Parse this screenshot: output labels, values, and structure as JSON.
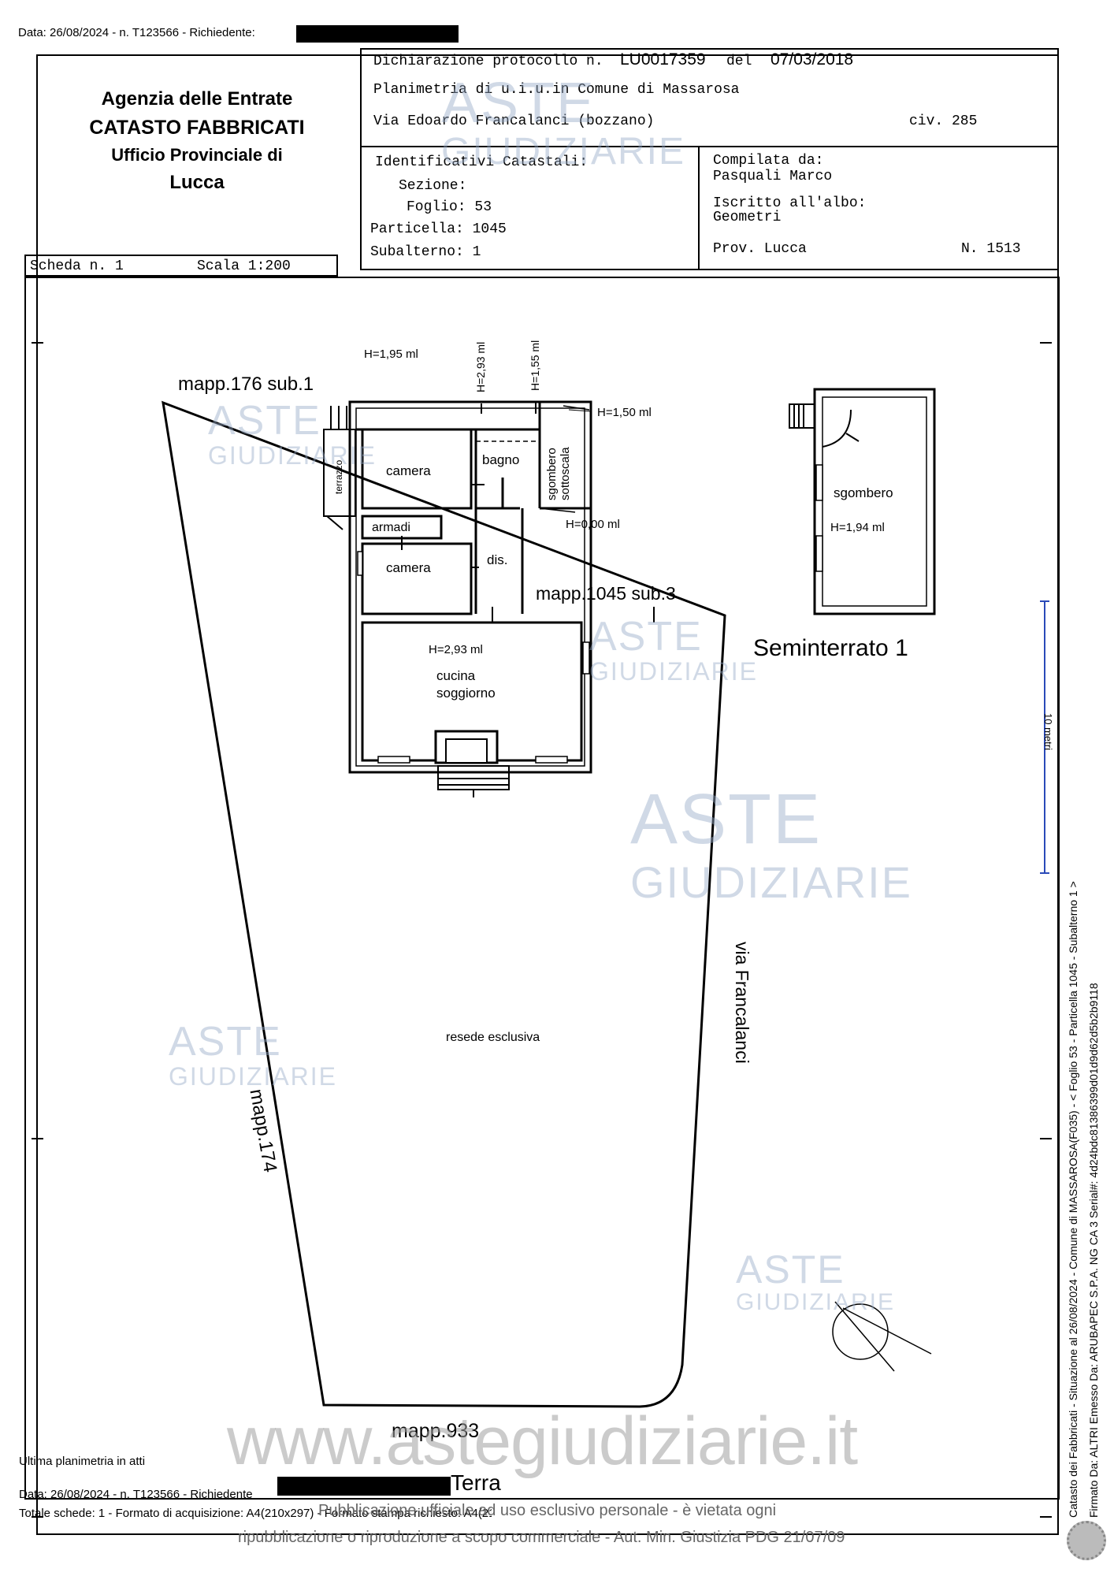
{
  "top_meta": {
    "prefix": "Data: 26/08/2024 - n. T123566 - Richiedente:"
  },
  "agency": {
    "line1": "Agenzia delle Entrate",
    "line2": "CATASTO FABBRICATI",
    "line3": "Ufficio Provinciale di",
    "line4": "Lucca"
  },
  "declaration": {
    "protocol_label": "Dichiarazione protocollo n.",
    "protocol_number": "LU0017359",
    "date_label": "del",
    "date": "07/03/2018",
    "planimetry": "Planimetria di u.i.u.in Comune di Massarosa",
    "address": "Via Edoardo Francalanci (bozzano)",
    "civic": "civ. 285"
  },
  "identifiers": {
    "title": "Identificativi Catastali:",
    "sezione": "Sezione:",
    "foglio": "Foglio: 53",
    "particella": "Particella: 1045",
    "subalterno": "Subalterno: 1"
  },
  "compiled": {
    "label": "Compilata da:",
    "name": "Pasquali Marco",
    "albo_label": "Iscritto all'albo:",
    "albo": "Geometri",
    "prov": "Prov. Lucca",
    "number": "N. 1513"
  },
  "scheda": {
    "label": "Scheda n. 1",
    "scale": "Scala 1:200"
  },
  "plan": {
    "mapp_176": "mapp.176 sub.1",
    "h_195": "H=1,95 ml",
    "h_293_top": "H=2,93 ml",
    "h_155": "H=1,55 ml",
    "h_150": "H=1,50 ml",
    "camera_1": "camera",
    "bagno": "bagno",
    "sgombero_sottoscala": "sgombero sottoscala",
    "terrazzo": "terrazzo",
    "h_000": "H=0,00 ml",
    "armadi": "armadi",
    "camera_2": "camera",
    "dis": "dis.",
    "mapp_1045": "mapp.1045 sub.3",
    "h_293": "H=2,93 ml",
    "cucina": "cucina",
    "soggiorno": "soggiorno",
    "sgombero": "sgombero",
    "h_194": "H=1,94 ml",
    "seminterrato": "Seminterrato 1",
    "resede": "resede esclusiva",
    "via": "via Francalanci",
    "mapp_174": "mapp.174",
    "mapp_933": "mapp.933",
    "piano_terra_suffix": "Terra",
    "scale_bar": "10 metri"
  },
  "watermark": {
    "aste": "ASTE",
    "giudiziarie": "GIUDIZIARIE",
    "url": "www.astegiudiziarie.it"
  },
  "side_text": {
    "line1": "Catasto dei Fabbricati - Situazione al 26/08/2024 - Comune di MASSAROSA(F035) - < Foglio 53 - Particella 1045 - Subalterno 1 >",
    "line2": "Firmato Da: ALTRI Emesso Da: ARUBAPEC S.P.A. NG CA 3 Serial#: 4d24bdc81386399d01d9d62d5b2b9118"
  },
  "footer": {
    "ultima": "Ultima planimetria in atti",
    "data_prefix": "Data: 26/08/2024 - n. T123566 - Richiedente",
    "totale": "Totale schede: 1 - Formato di acquisizione: A4(210x297) - Formato stampa richiesto: A4(210x297)",
    "pubblicazione_1": "Pubblicazione ufficiale ad uso esclusivo personale - è vietata ogni",
    "pubblicazione_2": "ripubblicazione o riproduzione a scopo commerciale - Aut. Min. Giustizia PDG 21/07/09"
  }
}
